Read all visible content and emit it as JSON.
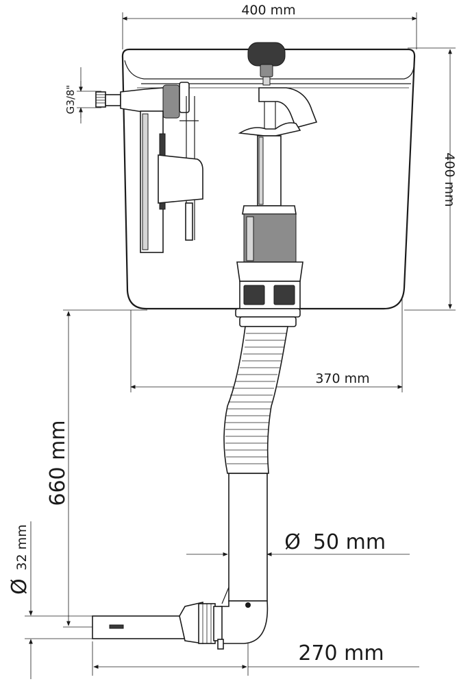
{
  "dimensions": {
    "tank_width": "400 mm",
    "tank_height": "400 mm",
    "tank_depth": "370 mm",
    "drop_height": "660 mm",
    "pipe_diameter": "50 mm",
    "pipe_diameter_symbol": "Ø",
    "inlet_diameter": "32 mm",
    "inlet_diameter_symbol": "Ø",
    "outlet_length": "270 mm",
    "inlet_thread": "G3/8\""
  },
  "colors": {
    "line": "#1a1a1a",
    "dark_part": "#3a3a3a",
    "background": "#ffffff"
  }
}
